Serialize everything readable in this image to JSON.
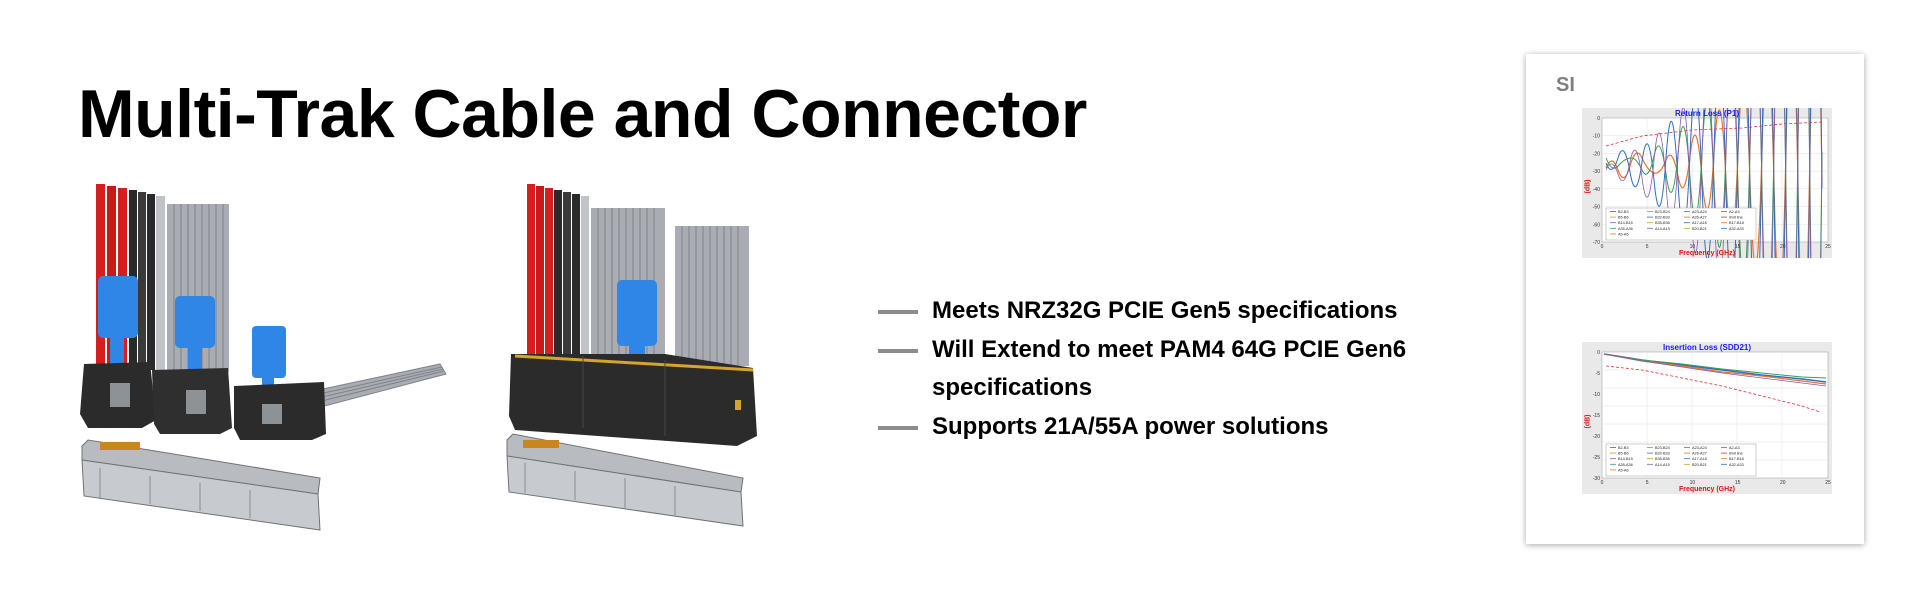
{
  "slide": {
    "title": "Multi-Trak Cable and Connector",
    "bullets": [
      "Meets NRZ32G  PCIE Gen5 specifications",
      "Will Extend to meet PAM4 64G  PCIE Gen6",
      "specifications",
      "Supports 21A/55A power solutions"
    ]
  },
  "images": {
    "left": "connector-assembly-three-cables-icon",
    "right": "connector-assembly-two-cables-icon"
  },
  "colors": {
    "red_cable": "#d51f1f",
    "black_cable": "#2a2a2a",
    "gray_cable": "#a9adb3",
    "pull_tab": "#2f86e6",
    "housing": "#2b2b2b",
    "bullet_dash": "#8c8c8c"
  },
  "si": {
    "label": "SI",
    "plots": [
      {
        "title": "Return Loss (P1)",
        "xlabel": "Frequency (GHz)",
        "ylabel": "(dB)",
        "yticks": [
          "0",
          "-10",
          "-20",
          "-30",
          "-40",
          "-50",
          "-60",
          "-70"
        ],
        "xticks": [
          "0",
          "5",
          "10",
          "15",
          "20",
          "25"
        ],
        "legend": [
          "B2-B3",
          "B23-B24",
          "A23-A24",
          "A2-A3",
          "B5-B6",
          "B32-B33",
          "A26-A27",
          "limit line",
          "B14-B15",
          "B35-B36",
          "A17-A18",
          "B17-B18",
          "A35-A36",
          "A14-A15",
          "B20-B21",
          "A32-A33",
          "A5-A6"
        ]
      },
      {
        "title": "Insertion Loss (SDD21)",
        "xlabel": "Frequency (GHz)",
        "ylabel": "(dB)",
        "yticks": [
          "0",
          "-5",
          "-10",
          "-15",
          "-20",
          "-25",
          "-30"
        ],
        "xticks": [
          "0",
          "5",
          "10",
          "15",
          "20",
          "25"
        ],
        "legend": [
          "B2-B3",
          "B23-B24",
          "A23-A24",
          "A2-A3",
          "B5-B6",
          "B32-B33",
          "A26-A27",
          "limit line",
          "B14-B15",
          "B35-B36",
          "A17-A18",
          "B17-B18",
          "A35-A36",
          "A14-A15",
          "B20-B21",
          "A32-A33",
          "A5-A6"
        ]
      }
    ]
  }
}
